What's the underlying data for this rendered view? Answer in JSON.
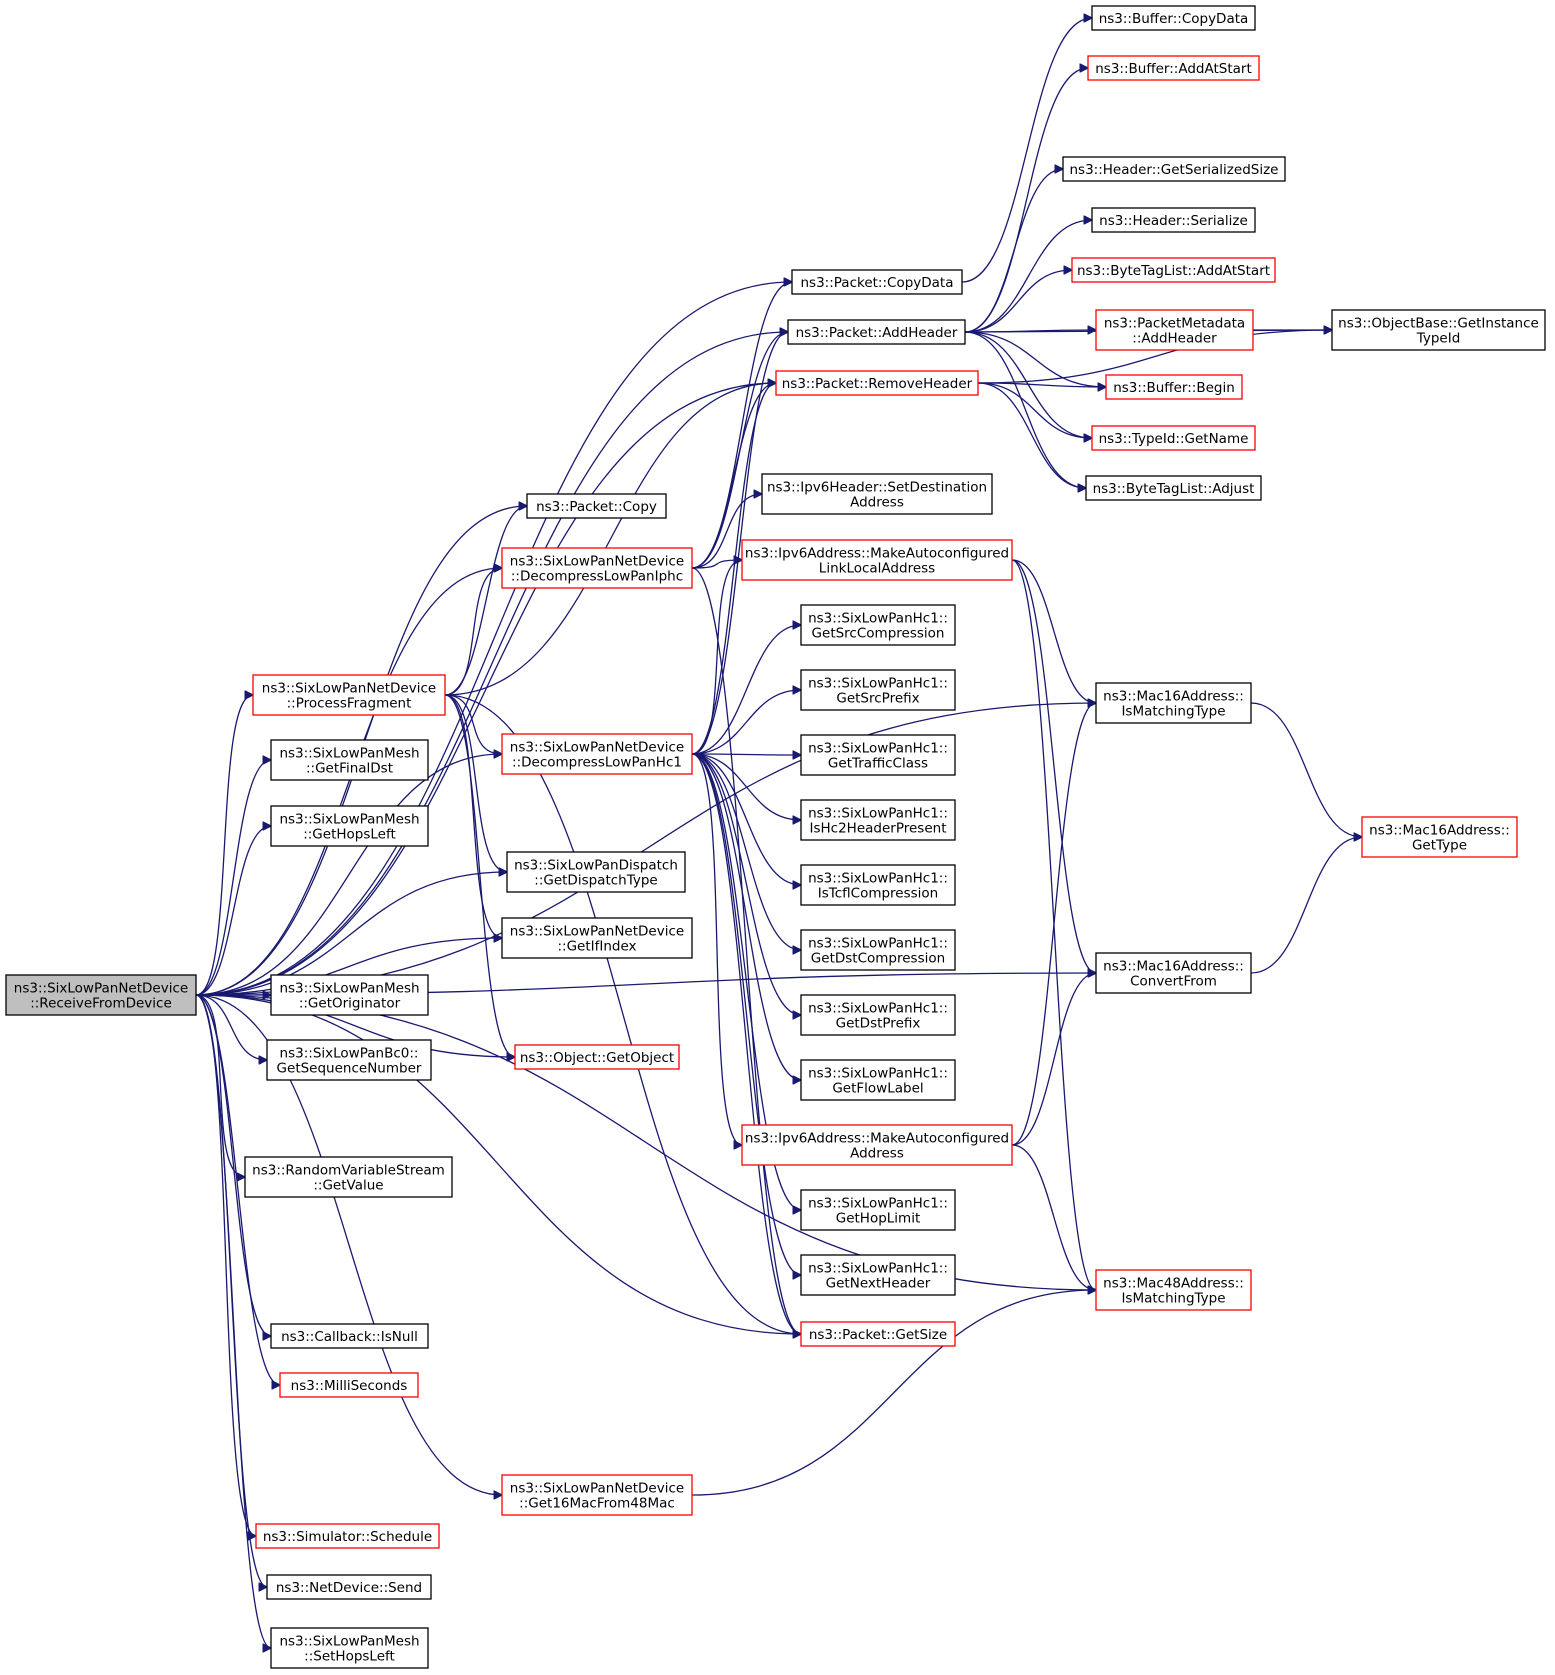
{
  "colors": {
    "edge": "#191970",
    "border_normal": "#000000",
    "border_truncated": "#ff0000",
    "root_fill": "#bfbfbf",
    "node_fill": "#ffffff"
  },
  "nodes": [
    {
      "id": "receive",
      "lines": [
        "ns3::SixLowPanNetDevice",
        "::ReceiveFromDevice"
      ],
      "border": "black",
      "root": true
    },
    {
      "id": "process",
      "lines": [
        "ns3::SixLowPanNetDevice",
        "::ProcessFragment"
      ],
      "border": "red"
    },
    {
      "id": "getfinaldst",
      "lines": [
        "ns3::SixLowPanMesh",
        "::GetFinalDst"
      ],
      "border": "black"
    },
    {
      "id": "gethopsleft",
      "lines": [
        "ns3::SixLowPanMesh",
        "::GetHopsLeft"
      ],
      "border": "black"
    },
    {
      "id": "getoriginator",
      "lines": [
        "ns3::SixLowPanMesh",
        "::GetOriginator"
      ],
      "border": "black"
    },
    {
      "id": "getseq",
      "lines": [
        "ns3::SixLowPanBc0::",
        "GetSequenceNumber"
      ],
      "border": "black"
    },
    {
      "id": "getvalue",
      "lines": [
        "ns3::RandomVariableStream",
        "::GetValue"
      ],
      "border": "black"
    },
    {
      "id": "isnull",
      "lines": [
        "ns3::Callback::IsNull"
      ],
      "border": "black"
    },
    {
      "id": "millis",
      "lines": [
        "ns3::MilliSeconds"
      ],
      "border": "red"
    },
    {
      "id": "schedule",
      "lines": [
        "ns3::Simulator::Schedule"
      ],
      "border": "red"
    },
    {
      "id": "send",
      "lines": [
        "ns3::NetDevice::Send"
      ],
      "border": "black"
    },
    {
      "id": "sethopsleft",
      "lines": [
        "ns3::SixLowPanMesh",
        "::SetHopsLeft"
      ],
      "border": "black"
    },
    {
      "id": "copy",
      "lines": [
        "ns3::Packet::Copy"
      ],
      "border": "black"
    },
    {
      "id": "iphc",
      "lines": [
        "ns3::SixLowPanNetDevice",
        "::DecompressLowPanIphc"
      ],
      "border": "red"
    },
    {
      "id": "hc1",
      "lines": [
        "ns3::SixLowPanNetDevice",
        "::DecompressLowPanHc1"
      ],
      "border": "red"
    },
    {
      "id": "dispatch",
      "lines": [
        "ns3::SixLowPanDispatch",
        "::GetDispatchType"
      ],
      "border": "black"
    },
    {
      "id": "ifindex",
      "lines": [
        "ns3::SixLowPanNetDevice",
        "::GetIfIndex"
      ],
      "border": "black"
    },
    {
      "id": "getobject",
      "lines": [
        "ns3::Object::GetObject"
      ],
      "border": "red"
    },
    {
      "id": "get16mac",
      "lines": [
        "ns3::SixLowPanNetDevice",
        "::Get16MacFrom48Mac"
      ],
      "border": "red"
    },
    {
      "id": "copydata",
      "lines": [
        "ns3::Packet::CopyData"
      ],
      "border": "black"
    },
    {
      "id": "addheader",
      "lines": [
        "ns3::Packet::AddHeader"
      ],
      "border": "black"
    },
    {
      "id": "removeheader",
      "lines": [
        "ns3::Packet::RemoveHeader"
      ],
      "border": "red"
    },
    {
      "id": "setdest",
      "lines": [
        "ns3::Ipv6Header::SetDestination",
        "Address"
      ],
      "border": "black"
    },
    {
      "id": "mkll",
      "lines": [
        "ns3::Ipv6Address::MakeAutoconfigured",
        "LinkLocalAddress"
      ],
      "border": "red"
    },
    {
      "id": "srccomp",
      "lines": [
        "ns3::SixLowPanHc1::",
        "GetSrcCompression"
      ],
      "border": "black"
    },
    {
      "id": "srcprefix",
      "lines": [
        "ns3::SixLowPanHc1::",
        "GetSrcPrefix"
      ],
      "border": "black"
    },
    {
      "id": "traffic",
      "lines": [
        "ns3::SixLowPanHc1::",
        "GetTrafficClass"
      ],
      "border": "black"
    },
    {
      "id": "ishc2",
      "lines": [
        "ns3::SixLowPanHc1::",
        "IsHc2HeaderPresent"
      ],
      "border": "black"
    },
    {
      "id": "istcfl",
      "lines": [
        "ns3::SixLowPanHc1::",
        "IsTcflCompression"
      ],
      "border": "black"
    },
    {
      "id": "dstcomp",
      "lines": [
        "ns3::SixLowPanHc1::",
        "GetDstCompression"
      ],
      "border": "black"
    },
    {
      "id": "dstprefix",
      "lines": [
        "ns3::SixLowPanHc1::",
        "GetDstPrefix"
      ],
      "border": "black"
    },
    {
      "id": "flowlabel",
      "lines": [
        "ns3::SixLowPanHc1::",
        "GetFlowLabel"
      ],
      "border": "black"
    },
    {
      "id": "mkaddr",
      "lines": [
        "ns3::Ipv6Address::MakeAutoconfigured",
        "Address"
      ],
      "border": "red"
    },
    {
      "id": "hoplimit",
      "lines": [
        "ns3::SixLowPanHc1::",
        "GetHopLimit"
      ],
      "border": "black"
    },
    {
      "id": "nextheader",
      "lines": [
        "ns3::SixLowPanHc1::",
        "GetNextHeader"
      ],
      "border": "black"
    },
    {
      "id": "getsize",
      "lines": [
        "ns3::Packet::GetSize"
      ],
      "border": "red"
    },
    {
      "id": "bufcopydata",
      "lines": [
        "ns3::Buffer::CopyData"
      ],
      "border": "black"
    },
    {
      "id": "bufaddatstart",
      "lines": [
        "ns3::Buffer::AddAtStart"
      ],
      "border": "red"
    },
    {
      "id": "serialsize",
      "lines": [
        "ns3::Header::GetSerializedSize"
      ],
      "border": "black"
    },
    {
      "id": "serialize",
      "lines": [
        "ns3::Header::Serialize"
      ],
      "border": "black"
    },
    {
      "id": "btladdatstart",
      "lines": [
        "ns3::ByteTagList::AddAtStart"
      ],
      "border": "red"
    },
    {
      "id": "pmaddheader",
      "lines": [
        "ns3::PacketMetadata",
        "::AddHeader"
      ],
      "border": "red"
    },
    {
      "id": "bufbegin",
      "lines": [
        "ns3::Buffer::Begin"
      ],
      "border": "red"
    },
    {
      "id": "typeidname",
      "lines": [
        "ns3::TypeId::GetName"
      ],
      "border": "red"
    },
    {
      "id": "btladjust",
      "lines": [
        "ns3::ByteTagList::Adjust"
      ],
      "border": "black"
    },
    {
      "id": "mac16match",
      "lines": [
        "ns3::Mac16Address::",
        "IsMatchingType"
      ],
      "border": "black"
    },
    {
      "id": "mac16convert",
      "lines": [
        "ns3::Mac16Address::",
        "ConvertFrom"
      ],
      "border": "black"
    },
    {
      "id": "mac48match",
      "lines": [
        "ns3::Mac48Address::",
        "IsMatchingType"
      ],
      "border": "red"
    },
    {
      "id": "getinstance",
      "lines": [
        "ns3::ObjectBase::GetInstance",
        "TypeId"
      ],
      "border": "black"
    },
    {
      "id": "mac16type",
      "lines": [
        "ns3::Mac16Address::",
        "GetType"
      ],
      "border": "red"
    }
  ],
  "edges": [
    [
      "receive",
      "copydata"
    ],
    [
      "receive",
      "addheader"
    ],
    [
      "receive",
      "removeheader"
    ],
    [
      "receive",
      "mac16match"
    ],
    [
      "receive",
      "copy"
    ],
    [
      "receive",
      "iphc"
    ],
    [
      "receive",
      "hc1"
    ],
    [
      "receive",
      "process"
    ],
    [
      "receive",
      "getfinaldst"
    ],
    [
      "receive",
      "gethopsleft"
    ],
    [
      "receive",
      "dispatch"
    ],
    [
      "receive",
      "ifindex"
    ],
    [
      "receive",
      "getoriginator"
    ],
    [
      "receive",
      "getseq"
    ],
    [
      "receive",
      "getobject"
    ],
    [
      "receive",
      "getvalue"
    ],
    [
      "receive",
      "getsize"
    ],
    [
      "receive",
      "mac16convert"
    ],
    [
      "receive",
      "isnull"
    ],
    [
      "receive",
      "millis"
    ],
    [
      "receive",
      "mac48match"
    ],
    [
      "receive",
      "get16mac"
    ],
    [
      "receive",
      "schedule"
    ],
    [
      "receive",
      "send"
    ],
    [
      "receive",
      "sethopsleft"
    ],
    [
      "process",
      "copy"
    ],
    [
      "process",
      "iphc"
    ],
    [
      "process",
      "removeheader"
    ],
    [
      "process",
      "hc1"
    ],
    [
      "process",
      "dispatch"
    ],
    [
      "process",
      "ifindex"
    ],
    [
      "process",
      "getobject"
    ],
    [
      "process",
      "getsize"
    ],
    [
      "iphc",
      "copydata"
    ],
    [
      "iphc",
      "addheader"
    ],
    [
      "iphc",
      "removeheader"
    ],
    [
      "iphc",
      "setdest"
    ],
    [
      "iphc",
      "mkll"
    ],
    [
      "iphc",
      "getsize"
    ],
    [
      "hc1",
      "addheader"
    ],
    [
      "hc1",
      "removeheader"
    ],
    [
      "hc1",
      "mkll"
    ],
    [
      "hc1",
      "srccomp"
    ],
    [
      "hc1",
      "srcprefix"
    ],
    [
      "hc1",
      "traffic"
    ],
    [
      "hc1",
      "ishc2"
    ],
    [
      "hc1",
      "istcfl"
    ],
    [
      "hc1",
      "dstcomp"
    ],
    [
      "hc1",
      "dstprefix"
    ],
    [
      "hc1",
      "flowlabel"
    ],
    [
      "hc1",
      "mkaddr"
    ],
    [
      "hc1",
      "hoplimit"
    ],
    [
      "hc1",
      "nextheader"
    ],
    [
      "hc1",
      "getsize"
    ],
    [
      "copydata",
      "bufcopydata"
    ],
    [
      "addheader",
      "bufaddatstart"
    ],
    [
      "addheader",
      "getinstance"
    ],
    [
      "addheader",
      "serialsize"
    ],
    [
      "addheader",
      "serialize"
    ],
    [
      "addheader",
      "btladdatstart"
    ],
    [
      "addheader",
      "pmaddheader"
    ],
    [
      "addheader",
      "bufbegin"
    ],
    [
      "addheader",
      "typeidname"
    ],
    [
      "addheader",
      "btladjust"
    ],
    [
      "removeheader",
      "bufbegin"
    ],
    [
      "removeheader",
      "typeidname"
    ],
    [
      "removeheader",
      "btladjust"
    ],
    [
      "removeheader",
      "getinstance"
    ],
    [
      "pmaddheader",
      "getinstance"
    ],
    [
      "mkll",
      "mac16match"
    ],
    [
      "mkll",
      "mac16convert"
    ],
    [
      "mkll",
      "mac48match"
    ],
    [
      "mkaddr",
      "mac16match"
    ],
    [
      "mkaddr",
      "mac16convert"
    ],
    [
      "mkaddr",
      "mac48match"
    ],
    [
      "mac16match",
      "mac16type"
    ],
    [
      "mac16convert",
      "mac16type"
    ],
    [
      "get16mac",
      "mac48match"
    ]
  ]
}
